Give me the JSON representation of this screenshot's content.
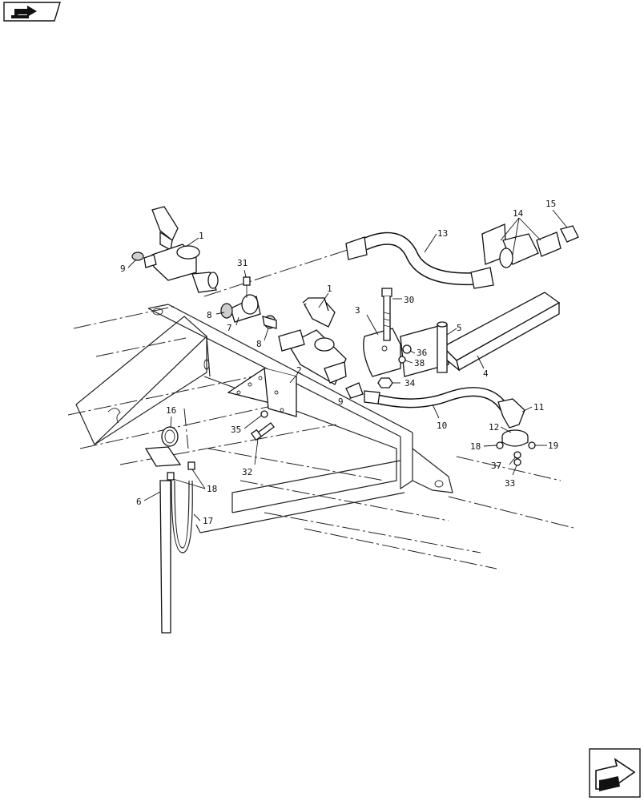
{
  "diagram": {
    "labels": {
      "l1a": "1",
      "l1b": "1",
      "l2": "2",
      "l3": "3",
      "l4": "4",
      "l5": "5",
      "l6": "6",
      "l7": "7",
      "l8a": "8",
      "l8b": "8",
      "l9a": "9",
      "l9b": "9",
      "l10": "10",
      "l11": "11",
      "l12": "12",
      "l13": "13",
      "l14": "14",
      "l15": "15",
      "l16": "16",
      "l17": "17",
      "l18a": "18",
      "l18b": "18",
      "l19": "19",
      "l30": "30",
      "l31": "31",
      "l32": "32",
      "l33": "33",
      "l34": "34",
      "l35": "35",
      "l36": "36",
      "l37": "37",
      "l38": "38"
    },
    "icons": {
      "top_left": "go-to-nav-arrow-icon",
      "bottom_right": "next-page-arrow-icon"
    }
  }
}
